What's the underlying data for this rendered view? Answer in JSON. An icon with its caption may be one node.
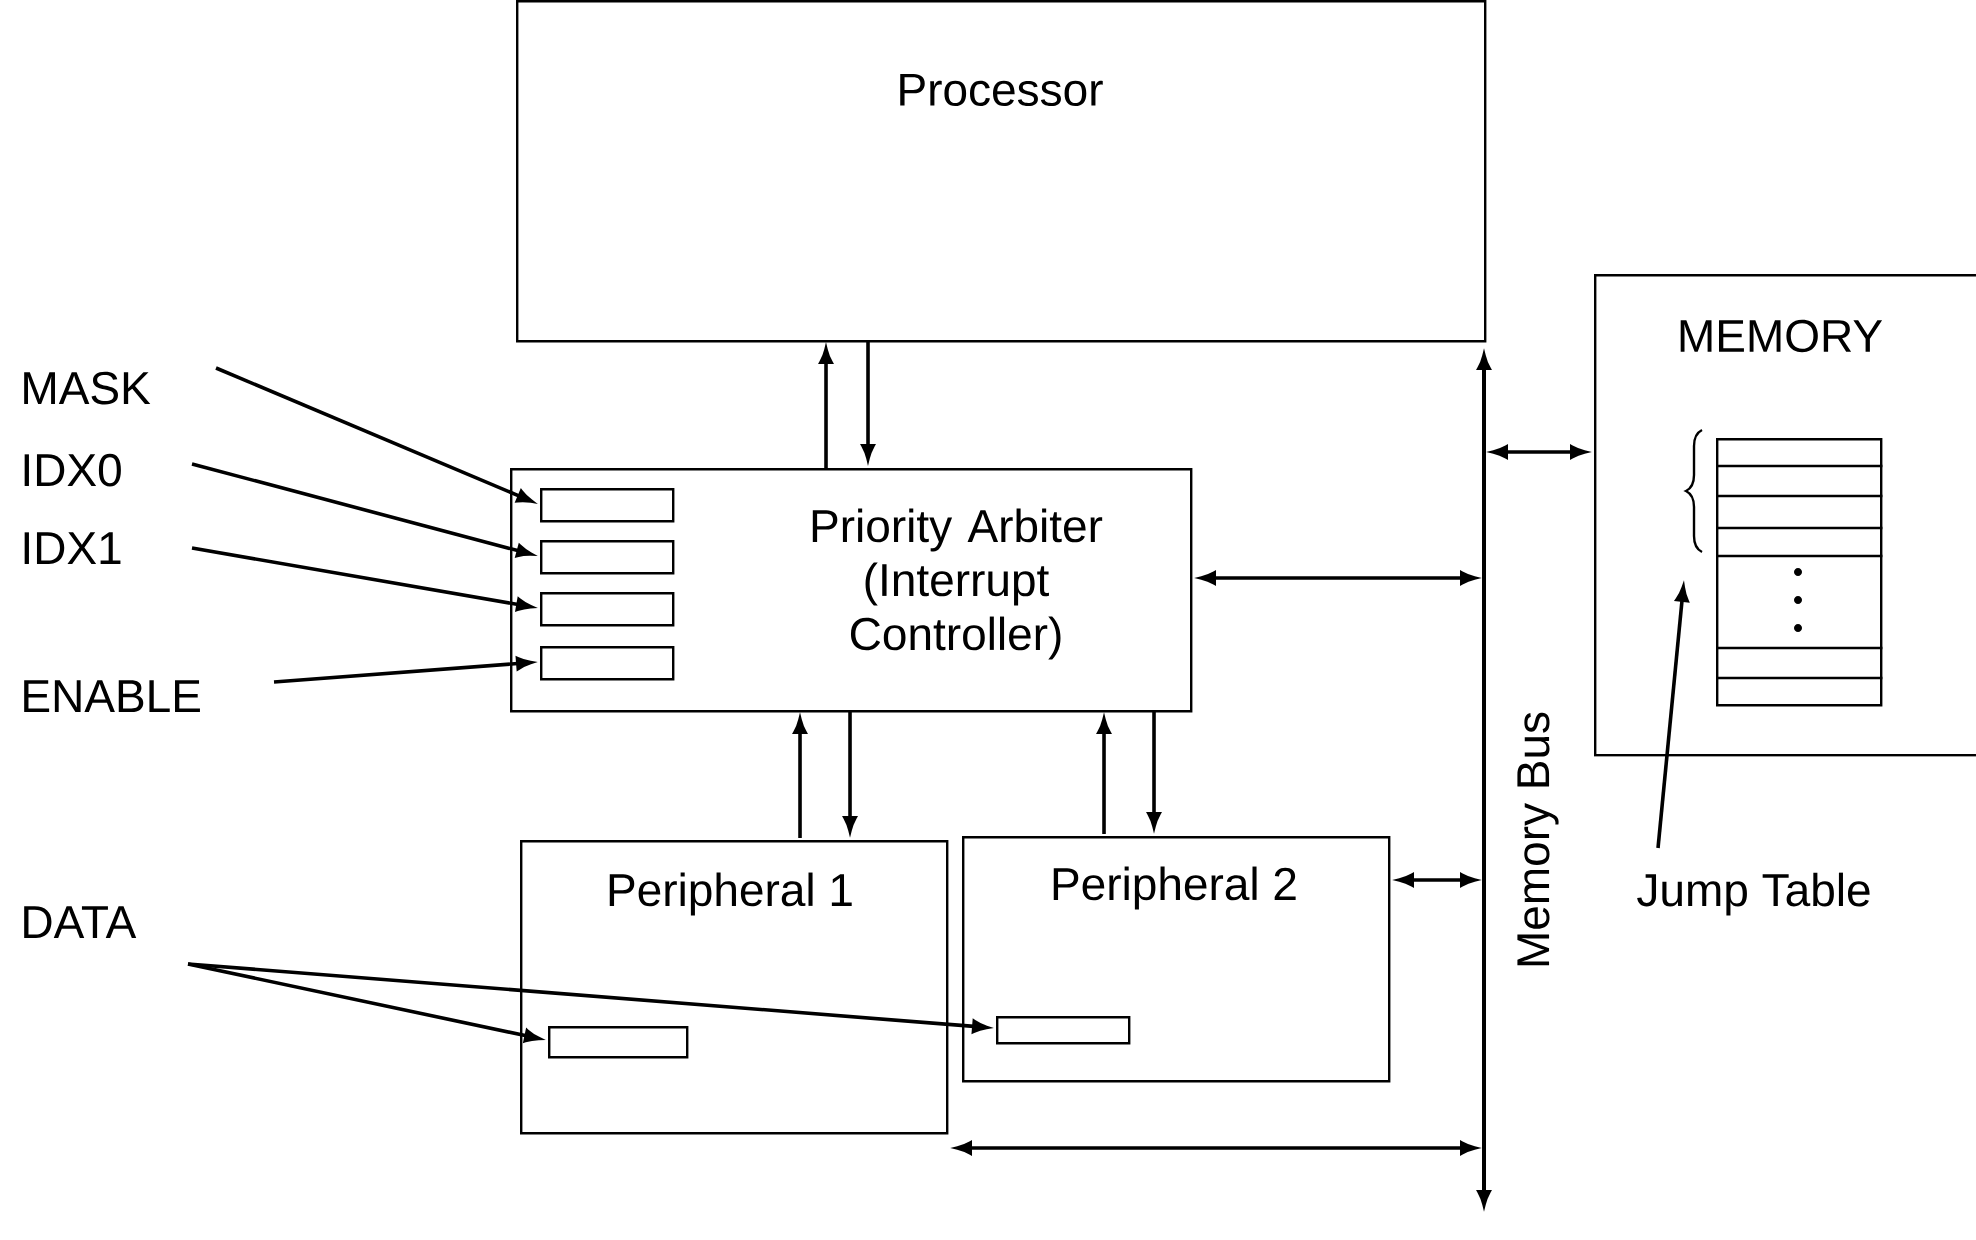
{
  "diagram": {
    "nodes": [
      {
        "text": [
          "Processor"
        ]
      },
      {
        "text": [
          "Priority Arbiter (Interrupt Controller)"
        ]
      },
      {
        "text": [],
        "shape": "box",
        "in": 1
      },
      {
        "text": [],
        "shape": "box",
        "in": 1
      },
      {
        "text": [],
        "shape": "box",
        "in": 1
      },
      {
        "text": [],
        "shape": "box",
        "in": 1
      },
      {
        "text": [
          "Peripheral 1"
        ]
      },
      {
        "text": [],
        "shape": "box",
        "in": 6
      },
      {
        "text": [
          "Peripheral 2"
        ]
      },
      {
        "text": [],
        "shape": "box",
        "in": 8
      },
      {
        "text": [],
        "shape": "bar",
        "beside": [
          "Memory Bus"
        ]
      },
      {
        "text": [
          "MEMORY"
        ]
      },
      {
        "text": [],
        "shape": "box",
        "in": 11
      },
      {
        "text": [
          "MASK"
        ]
      },
      {
        "text": [
          "IDX0"
        ]
      },
      {
        "text": [
          "IDX1"
        ]
      },
      {
        "text": [
          "ENABLE"
        ]
      },
      {
        "text": [
          "DATA"
        ]
      },
      {
        "text": [
          "Jump Table"
        ]
      }
    ],
    "edges": [
      {
        "from": 1,
        "to": 0,
        "arrow": "to"
      },
      {
        "from": 0,
        "to": 1,
        "arrow": "to"
      },
      {
        "from": 13,
        "to": 2,
        "arrow": "to"
      },
      {
        "from": 14,
        "to": 3,
        "arrow": "to"
      },
      {
        "from": 15,
        "to": 4,
        "arrow": "to"
      },
      {
        "from": 16,
        "to": 5,
        "arrow": "to"
      },
      {
        "from": 6,
        "to": 1,
        "arrow": "to"
      },
      {
        "from": 1,
        "to": 6,
        "arrow": "to"
      },
      {
        "from": 8,
        "to": 1,
        "arrow": "to"
      },
      {
        "from": 1,
        "to": 8,
        "arrow": "to"
      },
      {
        "from": 1,
        "to": 10,
        "arrow": "both"
      },
      {
        "from": 10,
        "to": 11,
        "arrow": "both"
      },
      {
        "from": 8,
        "to": 10,
        "arrow": "both"
      },
      {
        "from": 6,
        "to": 10,
        "arrow": "both"
      },
      {
        "from": 17,
        "to": 7,
        "arrow": "to"
      },
      {
        "from": 17,
        "to": 9,
        "arrow": "to"
      },
      {
        "from": 18,
        "to": 12,
        "arrow": "to"
      }
    ]
  }
}
